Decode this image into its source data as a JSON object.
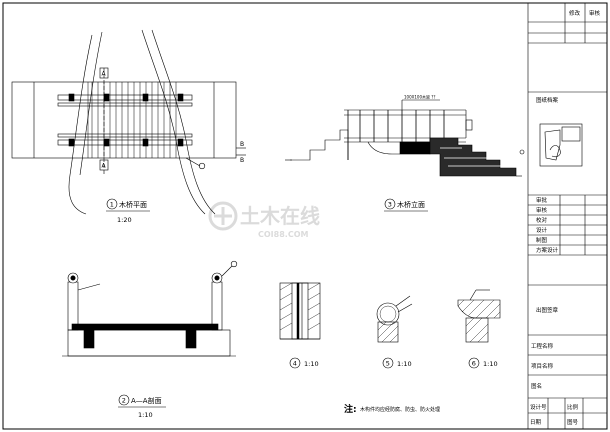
{
  "drawings": {
    "plan": {
      "title": "木桥平面",
      "number": "1",
      "scale": "1:20",
      "section_marks": [
        "A",
        "A",
        "B",
        "B"
      ]
    },
    "elevation": {
      "title": "木桥立面",
      "number": "3",
      "scale": "",
      "annotation": "100X100木梁 ??"
    },
    "section": {
      "title": "A—A剖面",
      "number": "2",
      "scale": "1:10"
    },
    "detail_4": {
      "number": "4",
      "scale": "1:10"
    },
    "detail_5": {
      "number": "5",
      "scale": "1:10"
    },
    "detail_6": {
      "number": "6",
      "scale": "1:10"
    }
  },
  "note": {
    "label": "注:",
    "text": "木构件均应经防腐、防虫、防火处理"
  },
  "watermark": {
    "brand": "土木在线",
    "url": "COI88.COM"
  },
  "title_block": {
    "header": [
      "修改",
      "审核"
    ],
    "key_plan_label": "图纸档案",
    "signature_rows": [
      "审批",
      "审核",
      "校对",
      "设计",
      "制图",
      "方案设计"
    ],
    "seal_label": "出图签章",
    "project_name_label": "工程名称",
    "item_name_label": "项目名称",
    "drawing_name_label": "图名",
    "bottom": [
      "设计号",
      "比例",
      "日期",
      "图号"
    ]
  }
}
